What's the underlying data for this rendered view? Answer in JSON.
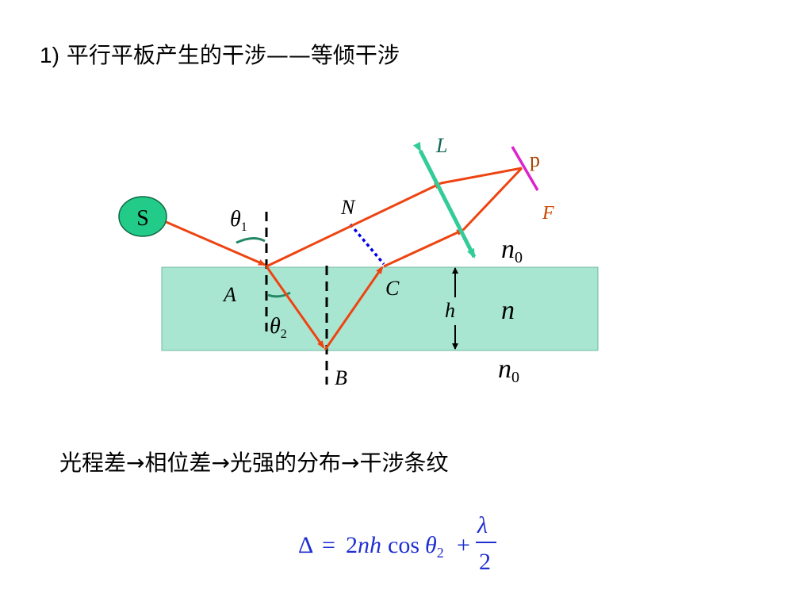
{
  "title": {
    "number": "1)",
    "text": "平行平板产生的干涉——等倾干涉"
  },
  "diagram": {
    "source_label": "S",
    "lens_label": "L",
    "point_label": "p",
    "screen_label": "F",
    "theta1": {
      "symbol": "θ",
      "sub": "1"
    },
    "theta2": {
      "symbol": "θ",
      "sub": "2"
    },
    "point_A": "A",
    "point_B": "B",
    "point_C": "C",
    "point_N": "N",
    "thickness": "h",
    "n_top": {
      "symbol": "n",
      "sub": "0"
    },
    "n_mid": {
      "symbol": "n"
    },
    "n_bottom": {
      "symbol": "n",
      "sub": "0"
    },
    "colors": {
      "plate_fill": "#a8e6d2",
      "ray": "#ee4411",
      "lens": "#33cc99",
      "screen": "#dd22cc",
      "source_fill": "#22cc88",
      "normal_line": "#000000",
      "perpendicular": "#0000ee",
      "angle_arc": "#228866",
      "formula": "#1f2fd0"
    }
  },
  "chain": {
    "s1": "光程差",
    "arrow": "→",
    "s2": "相位差",
    "s3": "光强的分布",
    "s4": "干涉条纹"
  },
  "formula": {
    "delta": "Δ",
    "equals": "=",
    "body": "2nh",
    "cos": "cos",
    "theta": "θ",
    "sub": "2",
    "plus": "+",
    "numerator": "λ",
    "denominator": "2"
  }
}
